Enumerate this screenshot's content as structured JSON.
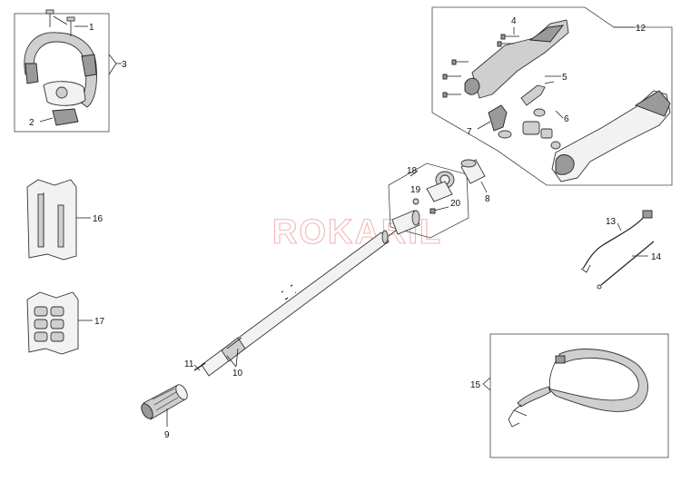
{
  "watermark": "ROKARIL",
  "callouts": {
    "p1": "1",
    "p2": "2",
    "p3": "3",
    "p4": "4",
    "p5": "5",
    "p6": "6",
    "p7": "7",
    "p8": "8",
    "p9": "9",
    "p10": "10",
    "p11": "11",
    "p12": "12",
    "p13": "13",
    "p14": "14",
    "p15": "15",
    "p16": "16",
    "p17": "17",
    "p18": "18",
    "p19": "19",
    "p20": "20"
  }
}
